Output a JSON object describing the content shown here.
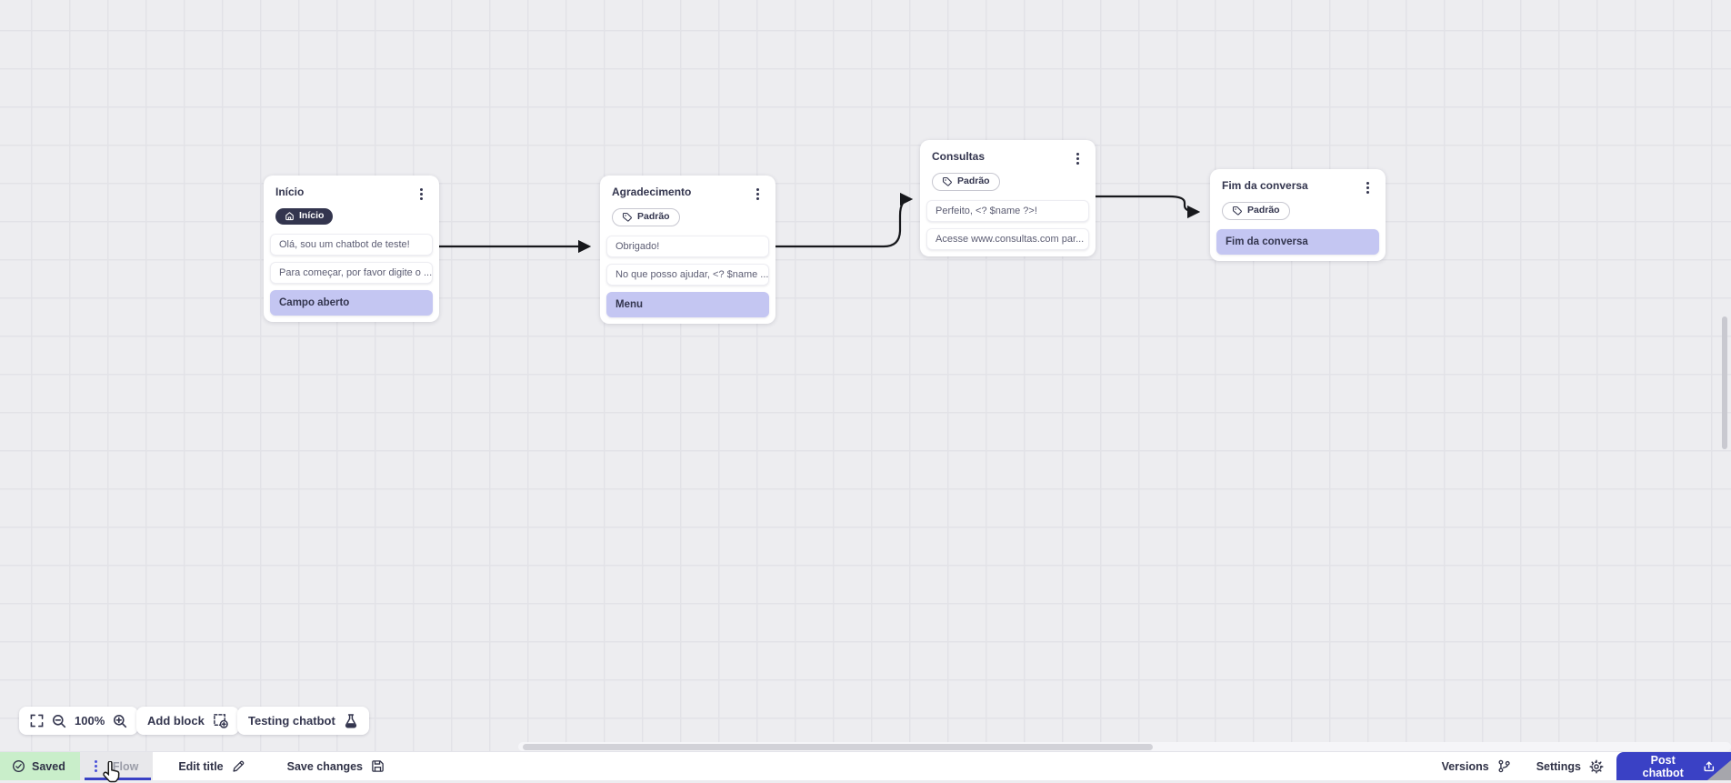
{
  "colors": {
    "accent": "#3a41c5",
    "highlight_row": "#c4c6f2",
    "saved_bg": "#c9eeca",
    "node_dark": "#33354e",
    "connector": "#17181c"
  },
  "canvas": {
    "nodes": [
      {
        "title": "Início",
        "badge": {
          "label": "Início",
          "icon": "home-icon",
          "style": "dark"
        },
        "rows": [
          {
            "text": "Olá, sou um chatbot de teste!",
            "highlight": false
          },
          {
            "text": "Para começar, por favor digite o ...",
            "highlight": false
          },
          {
            "text": "Campo aberto",
            "highlight": true
          }
        ]
      },
      {
        "title": "Agradecimento",
        "badge": {
          "label": "Padrão",
          "icon": "tag-icon",
          "style": "outline"
        },
        "rows": [
          {
            "text": "Obrigado!",
            "highlight": false
          },
          {
            "text": "No que posso ajudar, <? $name ...",
            "highlight": false
          },
          {
            "text": "Menu",
            "highlight": true
          }
        ]
      },
      {
        "title": "Consultas",
        "badge": {
          "label": "Padrão",
          "icon": "tag-icon",
          "style": "outline"
        },
        "rows": [
          {
            "text": "Perfeito, <? $name ?>!",
            "highlight": false
          },
          {
            "text": "Acesse www.consultas.com par...",
            "highlight": false
          }
        ]
      },
      {
        "title": "Fim da conversa",
        "badge": {
          "label": "Padrão",
          "icon": "tag-icon",
          "style": "outline"
        },
        "rows": [
          {
            "text": "Fim da conversa",
            "highlight": true
          }
        ]
      }
    ],
    "toolbar": {
      "zoom_level": "100%",
      "add_block": "Add block",
      "testing_chatbot": "Testing chatbot"
    }
  },
  "statusbar": {
    "saved": "Saved",
    "flow": "Flow",
    "edit_title": "Edit title",
    "save_changes": "Save changes",
    "versions": "Versions",
    "settings": "Settings",
    "post_chatbot": "Post chatbot"
  }
}
